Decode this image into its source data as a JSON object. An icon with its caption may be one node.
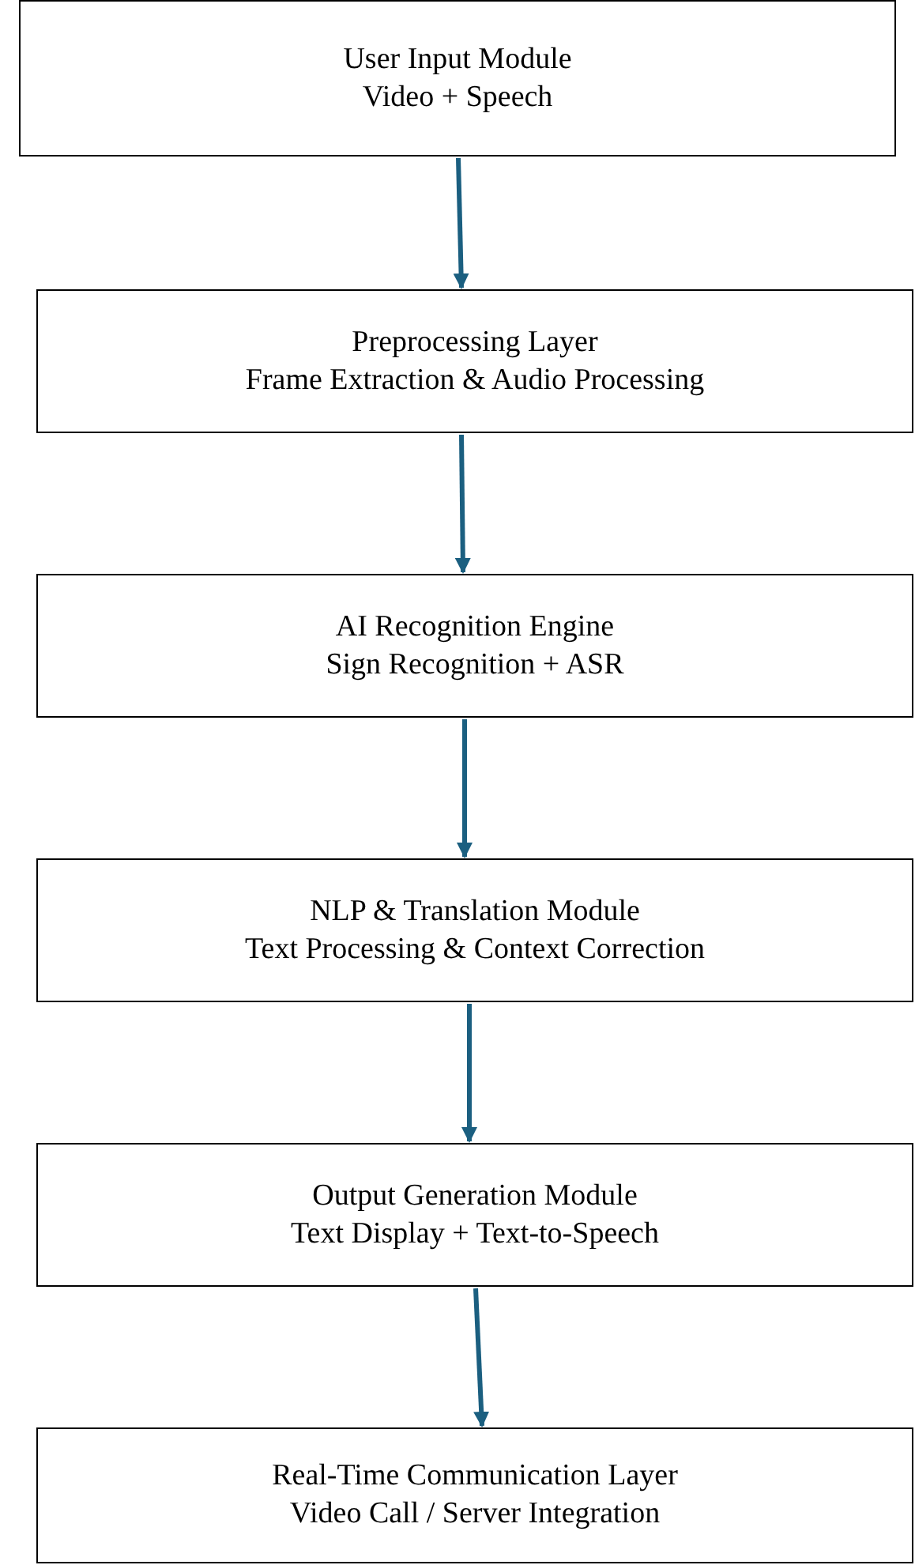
{
  "diagram": {
    "nodes": [
      {
        "text": [
          "User Input Module",
          "Video + Speech"
        ]
      },
      {
        "text": [
          "Preprocessing Layer",
          "Frame Extraction & Audio Processing"
        ]
      },
      {
        "text": [
          "AI Recognition Engine",
          "Sign Recognition + ASR"
        ]
      },
      {
        "text": [
          "NLP & Translation Module",
          "Text Processing & Context Correction"
        ]
      },
      {
        "text": [
          "Output Generation Module",
          "Text Display + Text-to-Speech"
        ]
      },
      {
        "text": [
          "Real-Time Communication Layer",
          "Video Call / Server Integration"
        ]
      }
    ],
    "edges": [
      {
        "from": 0,
        "to": 1,
        "arrow": "to"
      },
      {
        "from": 1,
        "to": 2,
        "arrow": "to"
      },
      {
        "from": 2,
        "to": 3,
        "arrow": "to"
      },
      {
        "from": 3,
        "to": 4,
        "arrow": "to"
      },
      {
        "from": 4,
        "to": 5,
        "arrow": "to"
      }
    ]
  }
}
